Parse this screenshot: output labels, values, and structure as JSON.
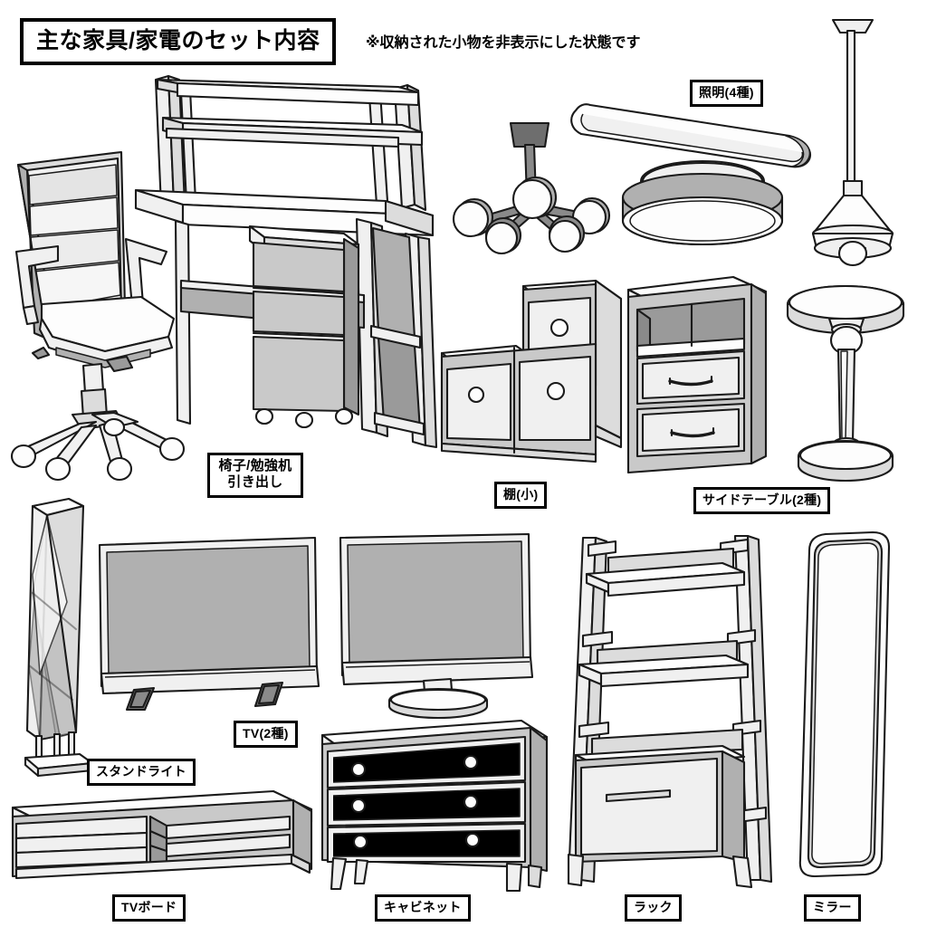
{
  "header": {
    "title": "主な家具/家電のセット内容",
    "note": "※収納された小物を非表示にした状態です"
  },
  "labels": {
    "lighting": "照明(4種)",
    "desk_chair": "椅子/勉強机\n引き出し",
    "shelf_small": "棚(小)",
    "side_table": "サイドテーブル(2種)",
    "stand_light": "スタンドライト",
    "tv": "TV(2種)",
    "tv_board": "TVボード",
    "cabinet": "キャビネット",
    "rack": "ラック",
    "mirror": "ミラー"
  },
  "items": [
    {
      "key": "office-chair",
      "name": "オフィスチェア",
      "group": "椅子/勉強机 引き出し"
    },
    {
      "key": "study-desk",
      "name": "勉強机(ラック付き)",
      "group": "椅子/勉強机 引き出し"
    },
    {
      "key": "drawer-unit",
      "name": "引き出しワゴン",
      "group": "椅子/勉強机 引き出し"
    },
    {
      "key": "ball-chandelier",
      "name": "ボールシャンデリア",
      "group": "照明(4種)"
    },
    {
      "key": "bar-light",
      "name": "バーライト",
      "group": "照明(4種)"
    },
    {
      "key": "ceiling-light",
      "name": "シーリングライト",
      "group": "照明(4種)"
    },
    {
      "key": "pendant-light",
      "name": "ペンダントライト",
      "group": "照明(4種)"
    },
    {
      "key": "cube-shelf",
      "name": "キューブ棚",
      "group": "棚(小)"
    },
    {
      "key": "side-cabinet",
      "name": "引き出し付サイドテーブル",
      "group": "サイドテーブル(2種)"
    },
    {
      "key": "round-table",
      "name": "丸サイドテーブル",
      "group": "サイドテーブル(2種)"
    },
    {
      "key": "floor-lamp",
      "name": "スタンドライト",
      "group": "スタンドライト"
    },
    {
      "key": "tv-large",
      "name": "大型TV",
      "group": "TV(2種)"
    },
    {
      "key": "tv-small",
      "name": "スタンド型TV",
      "group": "TV(2種)"
    },
    {
      "key": "tv-board",
      "name": "TVボード",
      "group": "TVボード"
    },
    {
      "key": "chest-cabinet",
      "name": "3段キャビネット",
      "group": "キャビネット"
    },
    {
      "key": "ladder-rack",
      "name": "ラダーラック",
      "group": "ラック"
    },
    {
      "key": "full-mirror",
      "name": "姿見ミラー",
      "group": "ミラー"
    }
  ],
  "colors": {
    "outline": "#1a1a1a",
    "paper": "#ffffff",
    "light_fill": "#f0f0f0",
    "mid_fill": "#c9c9c9",
    "dark_fill": "#8a8a8a",
    "screen": "#b0b0b0"
  }
}
